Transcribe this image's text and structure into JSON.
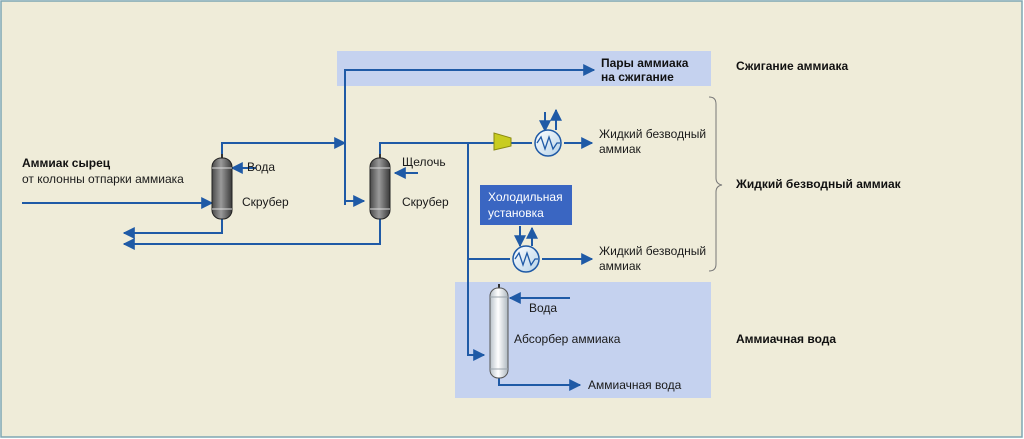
{
  "colors": {
    "background": "#efecd9",
    "frame": "#7fa7b3",
    "flow_line": "#1f5aa6",
    "highlight_band": "#c5d2ef",
    "cooling_box": "#3a66c2"
  },
  "inputs": {
    "raw_ammonia_title": "Аммиак сырец",
    "raw_ammonia_source": "от колонны отпарки аммиака"
  },
  "scrubber1": {
    "label": "Скрубер",
    "input_label": "Вода"
  },
  "scrubber2": {
    "label": "Скрубер",
    "input_label": "Щелочь"
  },
  "vapor_output": {
    "line1": "Пары аммиака",
    "line2": "на сжигание"
  },
  "cooling_unit": {
    "line1": "Холодильная",
    "line2": "установка"
  },
  "liquid_output_1": {
    "line1": "Жидкий безводный",
    "line2": "аммиак"
  },
  "liquid_output_2": {
    "line1": "Жидкий безводный",
    "line2": "аммиак"
  },
  "absorber": {
    "label": "Абсорбер аммиака",
    "input_label": "Вода",
    "output_label": "Аммиачная вода"
  },
  "categories": {
    "combustion": "Сжигание аммиака",
    "anhydrous": "Жидкий безводный аммиак",
    "ammonia_water": "Аммиачная вода"
  }
}
